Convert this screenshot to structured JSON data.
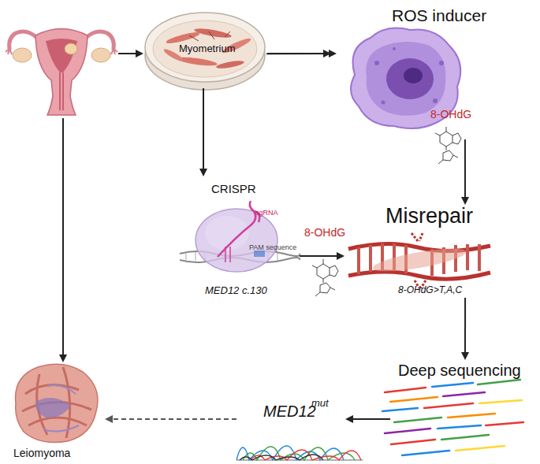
{
  "diagram": {
    "nodes": [
      {
        "text": [
          "Myometrium"
        ]
      },
      {
        "text": [
          "ROS inducer"
        ]
      },
      {
        "text": [
          "CRISPR",
          "sgRNA",
          "PAM sequence",
          "MED12 c.130"
        ]
      },
      {
        "text": [
          "Misrepair",
          "8-OHdG>T,A,C"
        ]
      },
      {
        "text": [
          "Deep sequencing"
        ]
      },
      {
        "text": [
          "MED12",
          "mut"
        ]
      },
      {
        "text": [
          "Leiomyoma"
        ]
      }
    ],
    "edges": [
      {
        "from": 0,
        "to": 1,
        "arrow": "to"
      },
      {
        "from": 0,
        "to": 2,
        "arrow": "to"
      },
      {
        "from": 1,
        "to": 3,
        "arrow": "to",
        "label": "8-OHdG"
      },
      {
        "from": 2,
        "to": 3,
        "arrow": "to",
        "label": "8-OHdG"
      },
      {
        "from": 3,
        "to": 4,
        "arrow": "to"
      },
      {
        "from": 4,
        "to": 5,
        "arrow": "to"
      },
      {
        "from": 5,
        "to": 6,
        "arrow": "to"
      }
    ]
  }
}
